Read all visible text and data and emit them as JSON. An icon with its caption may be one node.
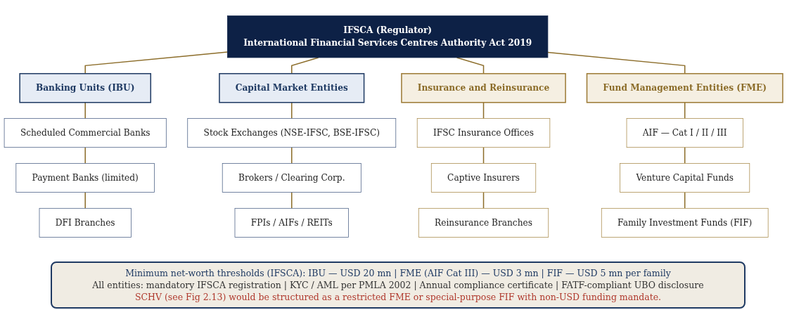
{
  "diagram": {
    "nodes": [
      {
        "text": [
          "IFSCA (Regulator)",
          "International Financial Services Centres Authority Act 2019"
        ]
      },
      {
        "text": [
          "Banking Units (IBU)"
        ]
      },
      {
        "text": [
          "Capital Market Entities"
        ]
      },
      {
        "text": [
          "Insurance and Reinsurance"
        ]
      },
      {
        "text": [
          "Fund Management Entities (FME)"
        ]
      },
      {
        "text": [
          "Scheduled Commercial Banks"
        ]
      },
      {
        "text": [
          "Stock Exchanges (NSE-IFSC, BSE-IFSC)"
        ]
      },
      {
        "text": [
          "IFSC Insurance Offices"
        ]
      },
      {
        "text": [
          "AIF — Cat I / II / III"
        ]
      },
      {
        "text": [
          "Payment Banks (limited)"
        ]
      },
      {
        "text": [
          "Brokers / Clearing Corp."
        ]
      },
      {
        "text": [
          "Captive Insurers"
        ]
      },
      {
        "text": [
          "Venture Capital Funds"
        ]
      },
      {
        "text": [
          "DFI Branches"
        ]
      },
      {
        "text": [
          "FPIs / AIFs / REITs"
        ]
      },
      {
        "text": [
          "Reinsurance Branches"
        ]
      },
      {
        "text": [
          "Family Investment Funds (FIF)"
        ]
      }
    ],
    "labels": [
      "Minimum net-worth thresholds (IFSCA): IBU — USD 20 mn | FME (AIF Cat III) — USD 3 mn | FIF — USD 5 mn per family",
      "All entities: mandatory IFSCA registration | KYC / AML per PMLA 2002 | Annual compliance certificate | FATF-compliant UBO disclosure",
      "SCHV (see Fig 2.13) would be structured as a restricted FME or special-purpose FIF with non-USD funding mandate."
    ],
    "edges": [
      {
        "from": 0,
        "to": 1,
        "arrow": "none"
      },
      {
        "from": 0,
        "to": 2,
        "arrow": "none"
      },
      {
        "from": 0,
        "to": 3,
        "arrow": "none"
      },
      {
        "from": 0,
        "to": 4,
        "arrow": "none"
      },
      {
        "from": 1,
        "to": 5,
        "arrow": "none"
      },
      {
        "from": 5,
        "to": 9,
        "arrow": "none"
      },
      {
        "from": 9,
        "to": 13,
        "arrow": "none"
      },
      {
        "from": 2,
        "to": 6,
        "arrow": "none"
      },
      {
        "from": 6,
        "to": 10,
        "arrow": "none"
      },
      {
        "from": 10,
        "to": 14,
        "arrow": "none"
      },
      {
        "from": 3,
        "to": 7,
        "arrow": "none"
      },
      {
        "from": 7,
        "to": 11,
        "arrow": "none"
      },
      {
        "from": 11,
        "to": 15,
        "arrow": "none"
      },
      {
        "from": 4,
        "to": 8,
        "arrow": "none"
      },
      {
        "from": 8,
        "to": 12,
        "arrow": "none"
      },
      {
        "from": 12,
        "to": 16,
        "arrow": "none"
      }
    ]
  }
}
